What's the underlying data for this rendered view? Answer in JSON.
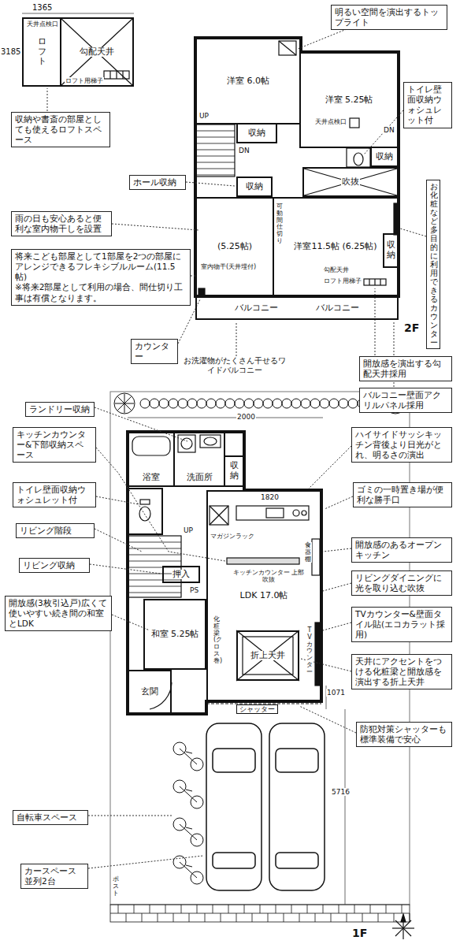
{
  "diagram": {
    "nodes": [
      {
        "text": [
          "ロフト"
        ]
      },
      {
        "text": [
          "勾配天井"
        ]
      },
      {
        "text": [
          "明るい空間を演出するトップライト"
        ]
      },
      {
        "text": [
          "洋室 6.0帖"
        ]
      },
      {
        "text": [
          "洋室 5.25帖"
        ]
      },
      {
        "text": [
          "収納や書斎の部屋としても使えるロフトスペース"
        ]
      },
      {
        "text": [
          "トイレ壁面収納ウォシュレット付"
        ]
      },
      {
        "text": [
          "収納"
        ]
      },
      {
        "text": [
          "収納"
        ]
      },
      {
        "text": [
          "ホール収納"
        ]
      },
      {
        "text": [
          "収納"
        ]
      },
      {
        "text": [
          "吹抜"
        ]
      },
      {
        "text": [
          "洋室11.5帖 (6.25帖)"
        ]
      },
      {
        "text": [
          "(5.25帖)"
        ]
      },
      {
        "text": [
          "収納"
        ],
        "in": 12
      },
      {
        "text": [
          "雨の日も安心あると便利な室内物干しを設置"
        ]
      },
      {
        "text": [
          "将来こども部屋として1部屋を2つの部屋にアレンジできるフレキシブルルーム(11.5帖)",
          "※将来2部屋として利用の場合、間仕切り工事は有償となります。"
        ]
      },
      {
        "text": [
          "お化粧など多目的に利用できるカウンター"
        ]
      },
      {
        "text": [
          "バルコニー",
          "バルコニー"
        ]
      },
      {
        "text": [
          "カウンター"
        ]
      },
      {
        "text": [
          "開放感を演出する勾配天井採用"
        ]
      },
      {
        "text": [
          "バルコニー壁面アクリルパネル採用"
        ]
      },
      {
        "text": [
          "ランドリー収納"
        ]
      },
      {
        "text": [
          "キッチンカウンター&下部収納スペース"
        ]
      },
      {
        "text": [
          "浴室"
        ]
      },
      {
        "text": [
          "洗面所"
        ]
      },
      {
        "text": [
          "収納"
        ]
      },
      {
        "text": [
          "ハイサイドサッシキッチン背後より日光がとれ、明るさの演出"
        ]
      },
      {
        "text": [
          "トイレ壁面収納ウォシュレット付"
        ]
      },
      {
        "text": [
          "ゴミの一時置き場が便利な勝手口"
        ]
      },
      {
        "text": [
          "リビング階段"
        ]
      },
      {
        "text": [
          "開放感のあるオープンキッチン"
        ]
      },
      {
        "text": [
          "リビング収納"
        ]
      },
      {
        "text": [
          "押入"
        ]
      },
      {
        "text": [
          "LDK 17.0帖"
        ]
      },
      {
        "text": [
          "リビングダイニングに光を取り込む吹抜"
        ]
      },
      {
        "text": [
          "開放感(3枚引込戸)広くて使いやすい続き間の和室とLDK"
        ]
      },
      {
        "text": [
          "和室 5.25帖"
        ]
      },
      {
        "text": [
          "TVカウンター&壁面タイル貼(エコカラット採用)"
        ]
      },
      {
        "text": [
          "折上天井"
        ],
        "in": 34
      },
      {
        "text": [
          "玄関"
        ]
      },
      {
        "text": [
          "天井にアクセントをつける化粧梁と開放感を演出する折上天井"
        ]
      },
      {
        "text": [
          "防犯対策シャッターも標準装備で安心"
        ]
      },
      {
        "text": [
          "自転車スペース"
        ]
      },
      {
        "text": [
          "カースペース並列2台"
        ]
      }
    ],
    "labels": [
      "1365",
      "3185",
      "天井点検口",
      "ロフト用梯子",
      "UP",
      "DN",
      "天井点検口",
      "DN",
      "室内物干(天井埋付)",
      "可動間仕切り",
      "勾配天井",
      "ロフト用梯子",
      "お洗濯物がたくさん干せるワイドバルコニー",
      "2F",
      "2000",
      "1820",
      "UP",
      "マガジンラック",
      "食器棚",
      "キッチンカウンター 上部吹抜",
      "PS",
      "化粧梁(クロス巻)",
      "TVカウンター",
      "1071",
      "シャッター",
      "5716",
      "ポスト",
      "1F"
    ]
  }
}
